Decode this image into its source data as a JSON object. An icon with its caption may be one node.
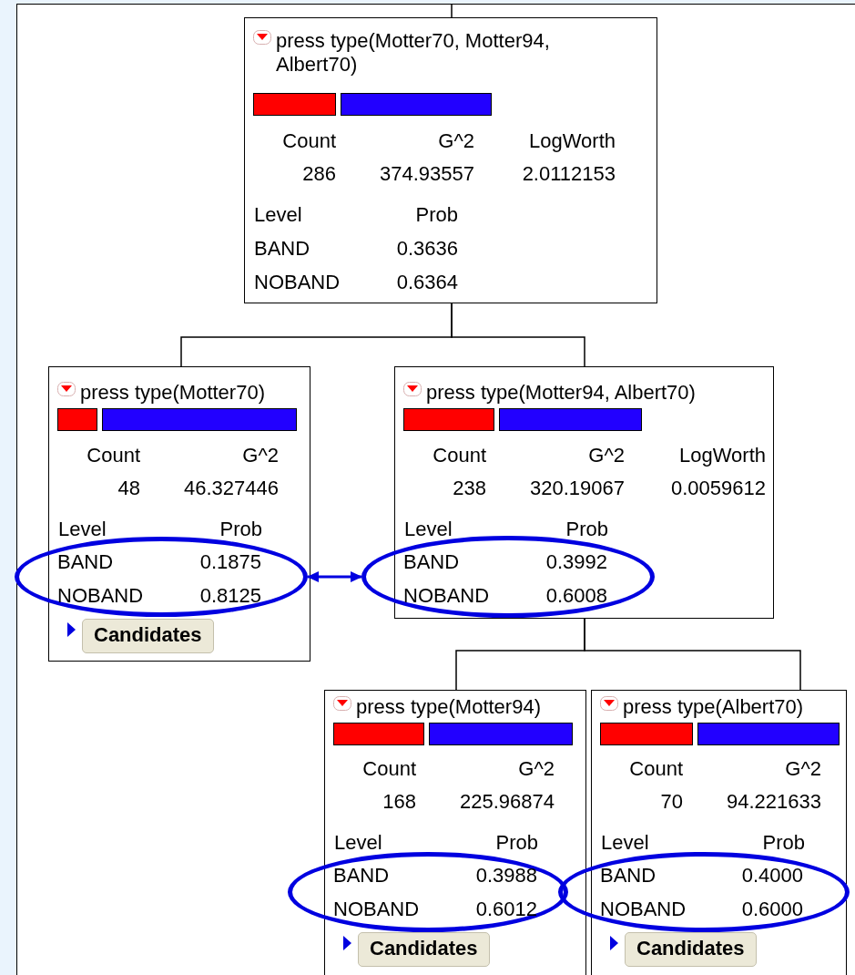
{
  "diagram": {
    "nodes": [
      {
        "text": [
          "press type(Motter70, Motter94, Albert70)",
          "Count",
          "G^2",
          "LogWorth",
          "286",
          "374.93557",
          "2.0112153",
          "Level",
          "Prob",
          "BAND",
          "0.3636",
          "NOBAND",
          "0.6364"
        ]
      },
      {
        "text": [
          "press type(Motter70)",
          "Count",
          "G^2",
          "48",
          "46.327446",
          "Level",
          "Prob",
          "Candidates"
        ]
      },
      {
        "text": [
          "press type(Motter94, Albert70)",
          "Count",
          "G^2",
          "LogWorth",
          "238",
          "320.19067",
          "0.0059612",
          "Level",
          "Prob"
        ]
      },
      {
        "text": [
          "press type(Motter94)",
          "Count",
          "G^2",
          "168",
          "225.96874",
          "Level",
          "Prob",
          "Candidates"
        ]
      },
      {
        "text": [
          "press type(Albert70)",
          "Count",
          "G^2",
          "70",
          "94.221633",
          "Level",
          "Prob",
          "Candidates"
        ]
      },
      {
        "text": [
          "BAND",
          "0.1875",
          "NOBAND",
          "0.8125"
        ]
      },
      {
        "text": [
          "BAND",
          "0.3992",
          "NOBAND",
          "0.6008"
        ]
      },
      {
        "text": [
          "BAND",
          "0.3988",
          "NOBAND",
          "0.6012"
        ]
      },
      {
        "text": [
          "BAND",
          "0.4000",
          "NOBAND",
          "0.6000"
        ]
      }
    ],
    "edges": [
      {
        "from": null,
        "to": 0,
        "arrow": "none"
      },
      {
        "from": 0,
        "to": 1,
        "arrow": "none"
      },
      {
        "from": 0,
        "to": 2,
        "arrow": "none"
      },
      {
        "from": 2,
        "to": 3,
        "arrow": "none"
      },
      {
        "from": 2,
        "to": 4,
        "arrow": "none"
      },
      {
        "from": 5,
        "to": 6,
        "arrow": "both",
        "color": "#0000e0"
      }
    ]
  }
}
